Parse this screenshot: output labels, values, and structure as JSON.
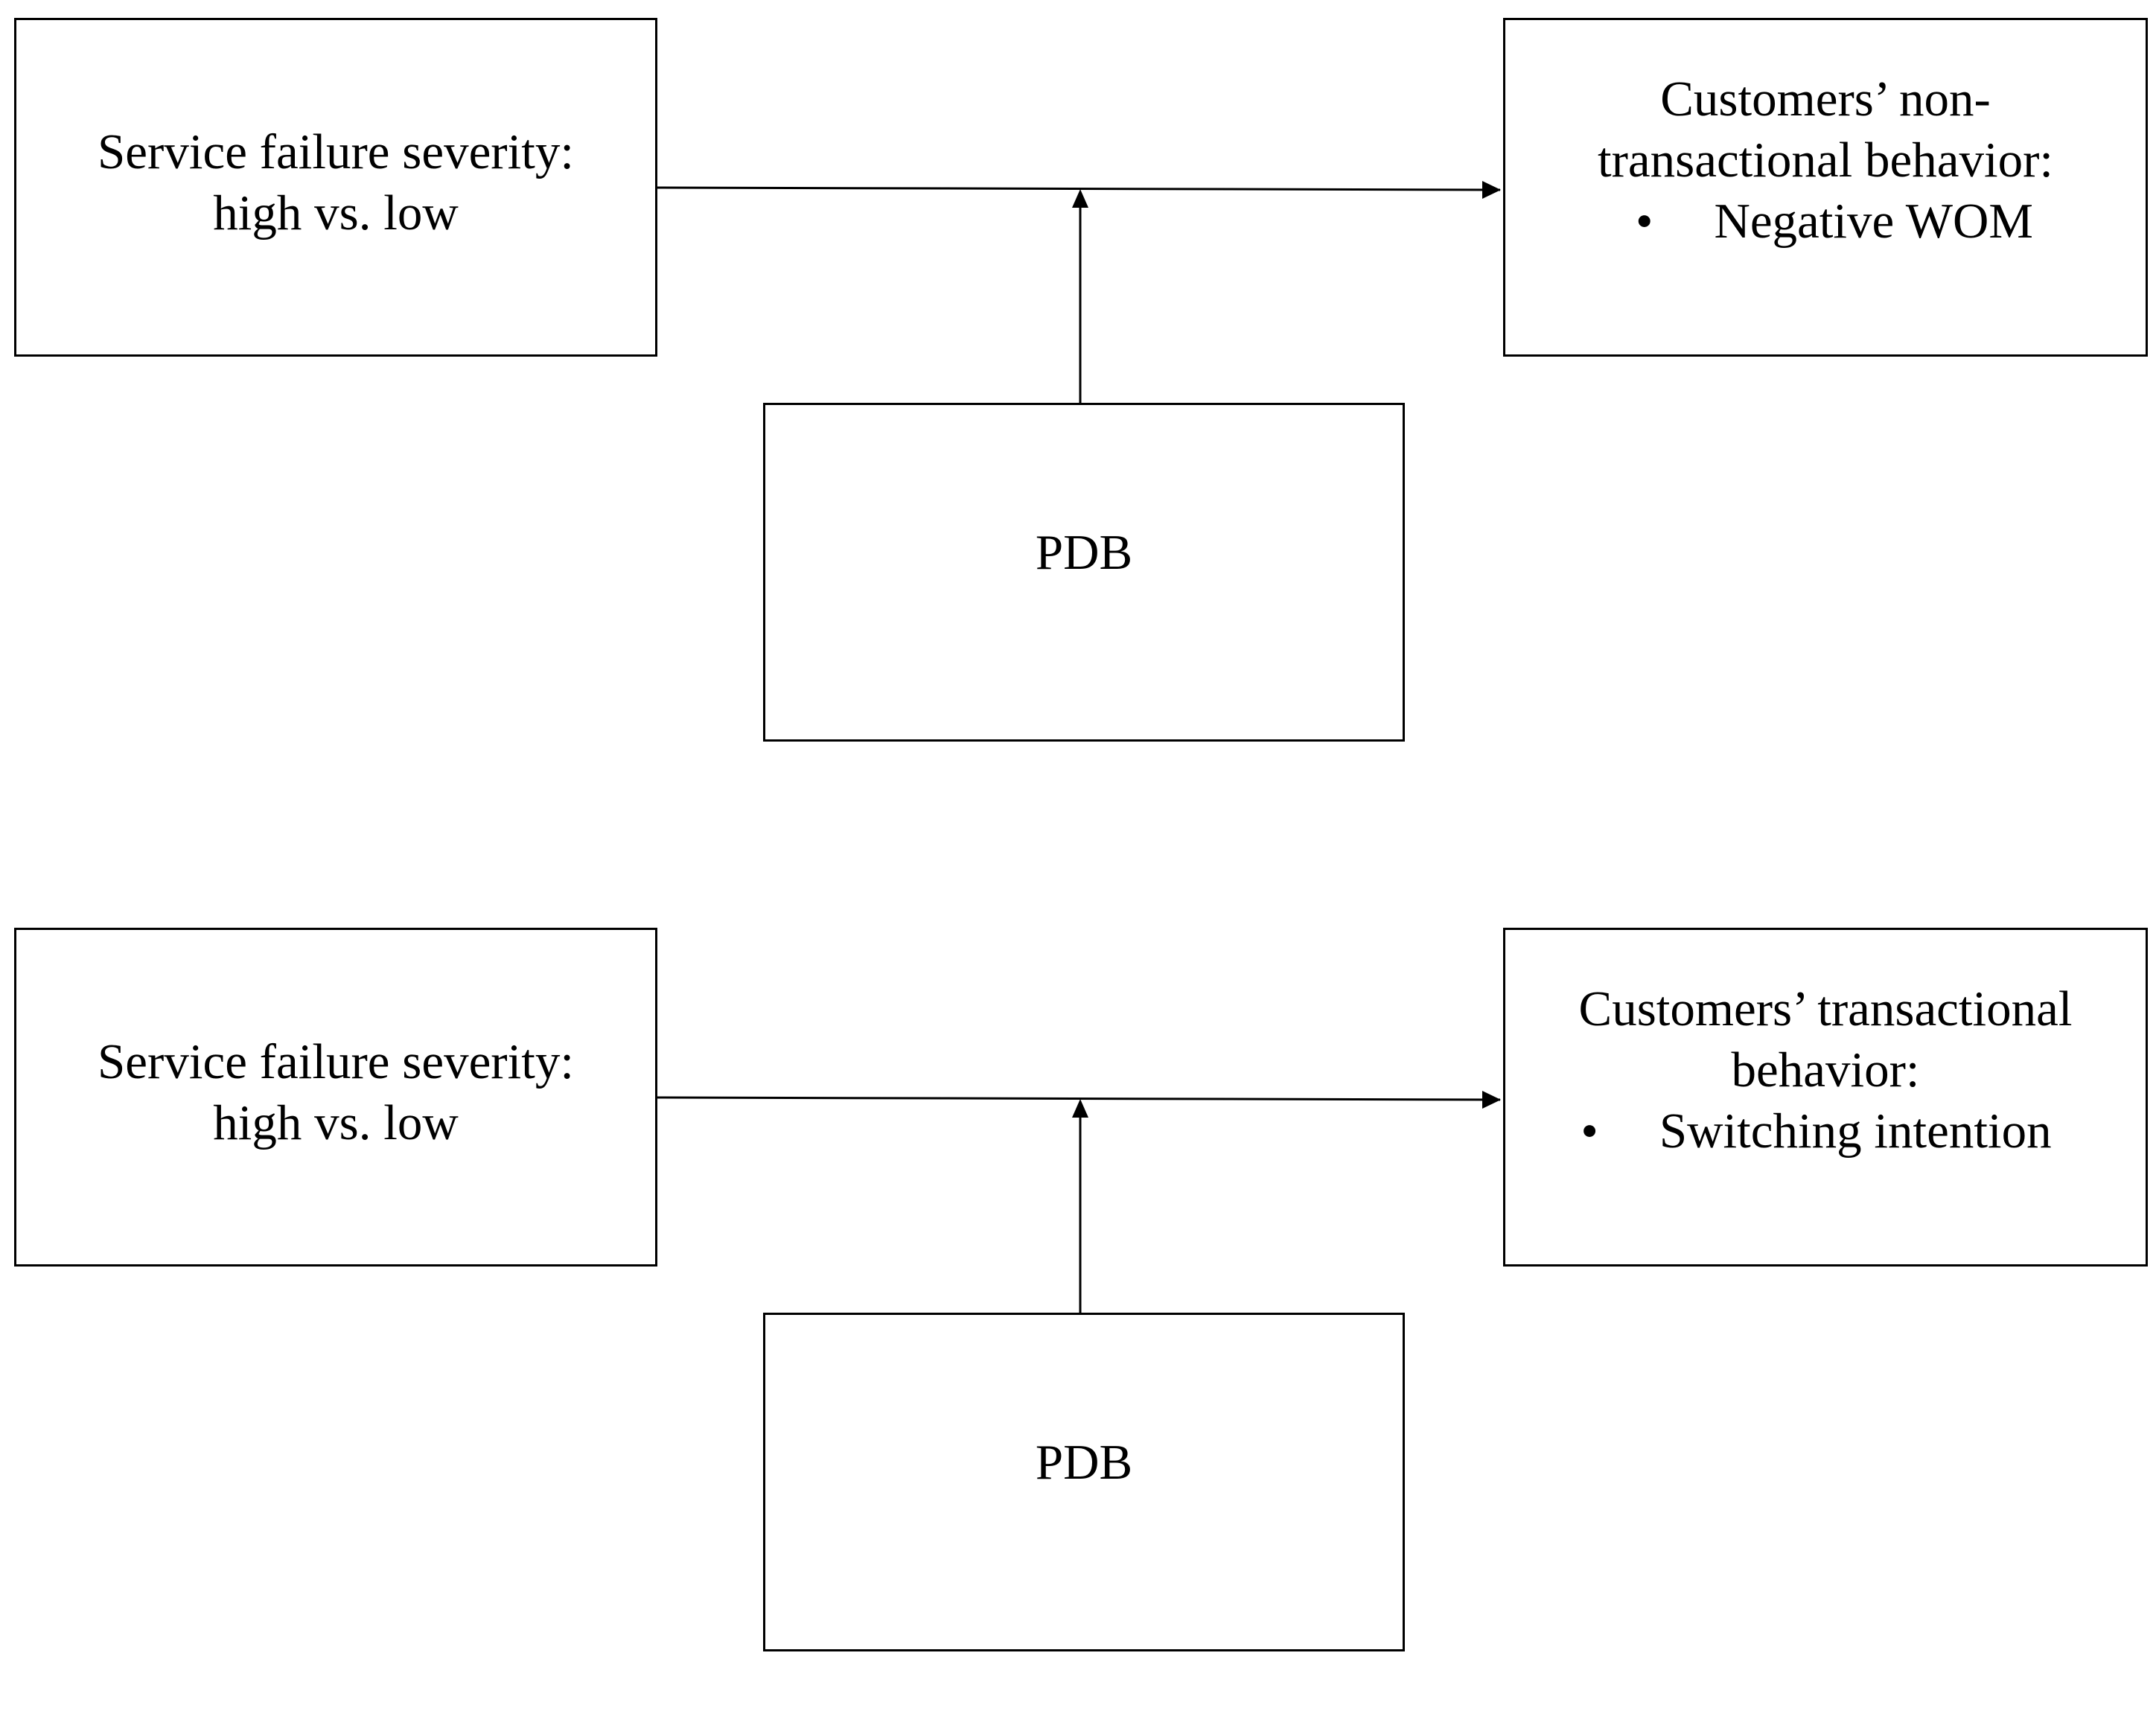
{
  "diagrams": [
    {
      "cause": {
        "line1": "Service failure severity:",
        "line2": "high vs. low"
      },
      "outcome": {
        "line1": "Customers’ non-",
        "line2": "transactional behavior:",
        "bullet": "•",
        "item": "Negative WOM"
      },
      "moderator": {
        "label": "PDB"
      }
    },
    {
      "cause": {
        "line1": "Service failure severity:",
        "line2": "high vs. low"
      },
      "outcome": {
        "line1": "Customers’ transactional",
        "line2": "behavior:",
        "bullet": "•",
        "item": "Switching intention"
      },
      "moderator": {
        "label": "PDB"
      }
    }
  ]
}
